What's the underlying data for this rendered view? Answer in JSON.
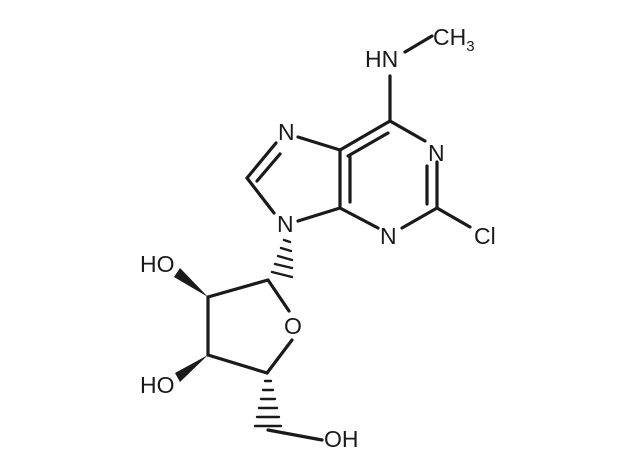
{
  "molecule": {
    "atom_labels": {
      "nh": "HN",
      "ch": "CH",
      "ch_sub": "3",
      "n7": "N",
      "n1": "N",
      "n3": "N",
      "n9": "N",
      "cl": "Cl",
      "ring_o": "O",
      "ho2": "HO",
      "ho3": "HO",
      "oh5": "OH"
    },
    "colors": {
      "ink": "#1a1a1a",
      "background": "#ffffff"
    }
  }
}
